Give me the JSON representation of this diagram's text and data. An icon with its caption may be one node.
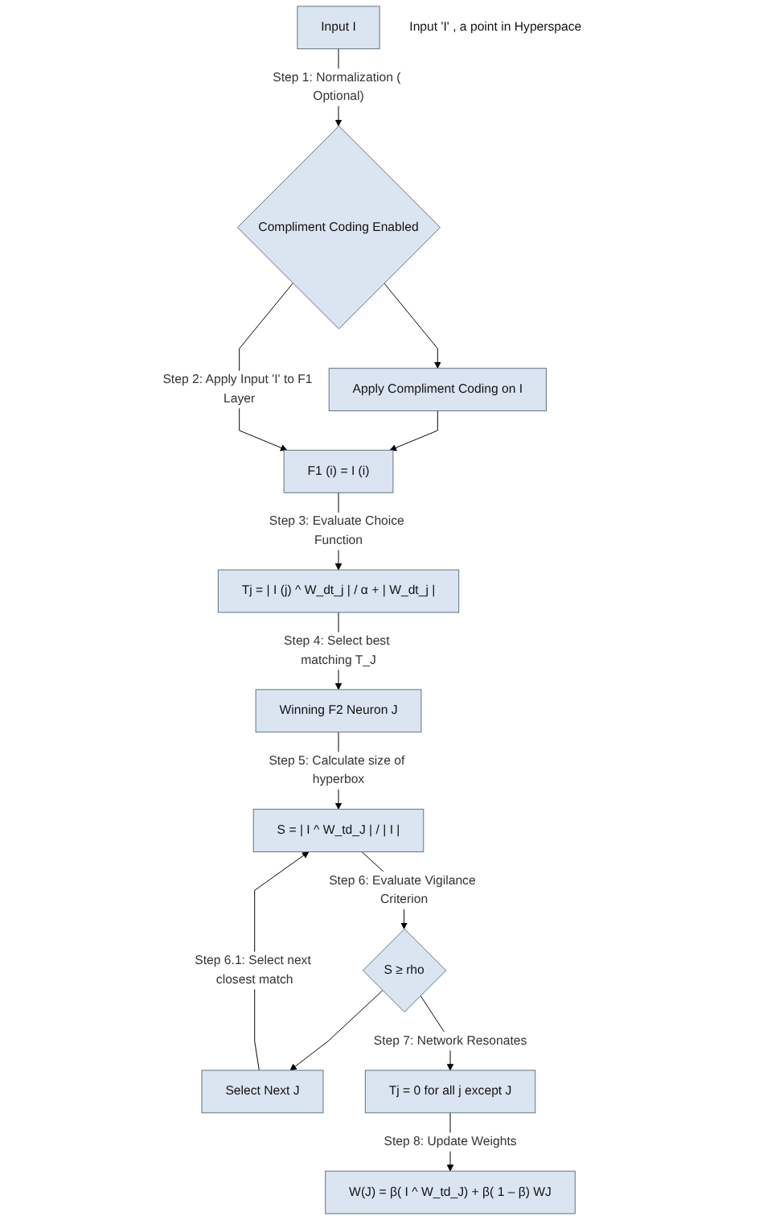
{
  "diagram": {
    "nodes": [
      {
        "text": [
          "Input I"
        ],
        "beside": [
          "Input 'I' , a point in Hyperspace"
        ]
      },
      {
        "text": [
          "Compliment Coding Enabled"
        ]
      },
      {
        "text": [
          "Apply Compliment Coding on I"
        ]
      },
      {
        "text": [
          "F1 (i) = I (i)"
        ]
      },
      {
        "text": [
          "Tj = | I (j) ^ W_dt_j | / α + | W_dt_j |"
        ]
      },
      {
        "text": [
          "Winning F2 Neuron J"
        ]
      },
      {
        "text": [
          "S = | I ^ W_td_J | / | I |"
        ]
      },
      {
        "text": [
          "S ≥ rho"
        ]
      },
      {
        "text": [
          "Select Next J"
        ]
      },
      {
        "text": [
          "Tj = 0 for all j except J"
        ]
      },
      {
        "text": [
          "W(J) = β( I ^ W_td_J) + β( 1 – β) WJ"
        ]
      }
    ],
    "edges": [
      {
        "from": 0,
        "to": 1,
        "arrow": "to",
        "label": "Step 1: Normalization ( Optional)"
      },
      {
        "from": 1,
        "to": 2,
        "arrow": "to"
      },
      {
        "from": 2,
        "to": 3,
        "arrow": "to"
      },
      {
        "from": 1,
        "to": 3,
        "arrow": "to",
        "label": "Step 2: Apply Input 'I' to F1 Layer"
      },
      {
        "from": 3,
        "to": 4,
        "arrow": "to",
        "label": "Step 3: Evaluate Choice Function"
      },
      {
        "from": 4,
        "to": 5,
        "arrow": "to",
        "label": "Step 4: Select best matching T_J"
      },
      {
        "from": 5,
        "to": 6,
        "arrow": "to",
        "label": "Step 5: Calculate size of hyperbox"
      },
      {
        "from": 6,
        "to": 7,
        "arrow": "to",
        "label": "Step 6: Evaluate Vigilance Criterion"
      },
      {
        "from": 7,
        "to": 8,
        "arrow": "to"
      },
      {
        "from": 8,
        "to": 6,
        "arrow": "to",
        "label": "Step 6.1: Select next closest match"
      },
      {
        "from": 7,
        "to": 9,
        "arrow": "to",
        "label": "Step 7: Network Resonates"
      },
      {
        "from": 9,
        "to": 10,
        "arrow": "to",
        "label": "Step 8: Update Weights"
      }
    ]
  }
}
